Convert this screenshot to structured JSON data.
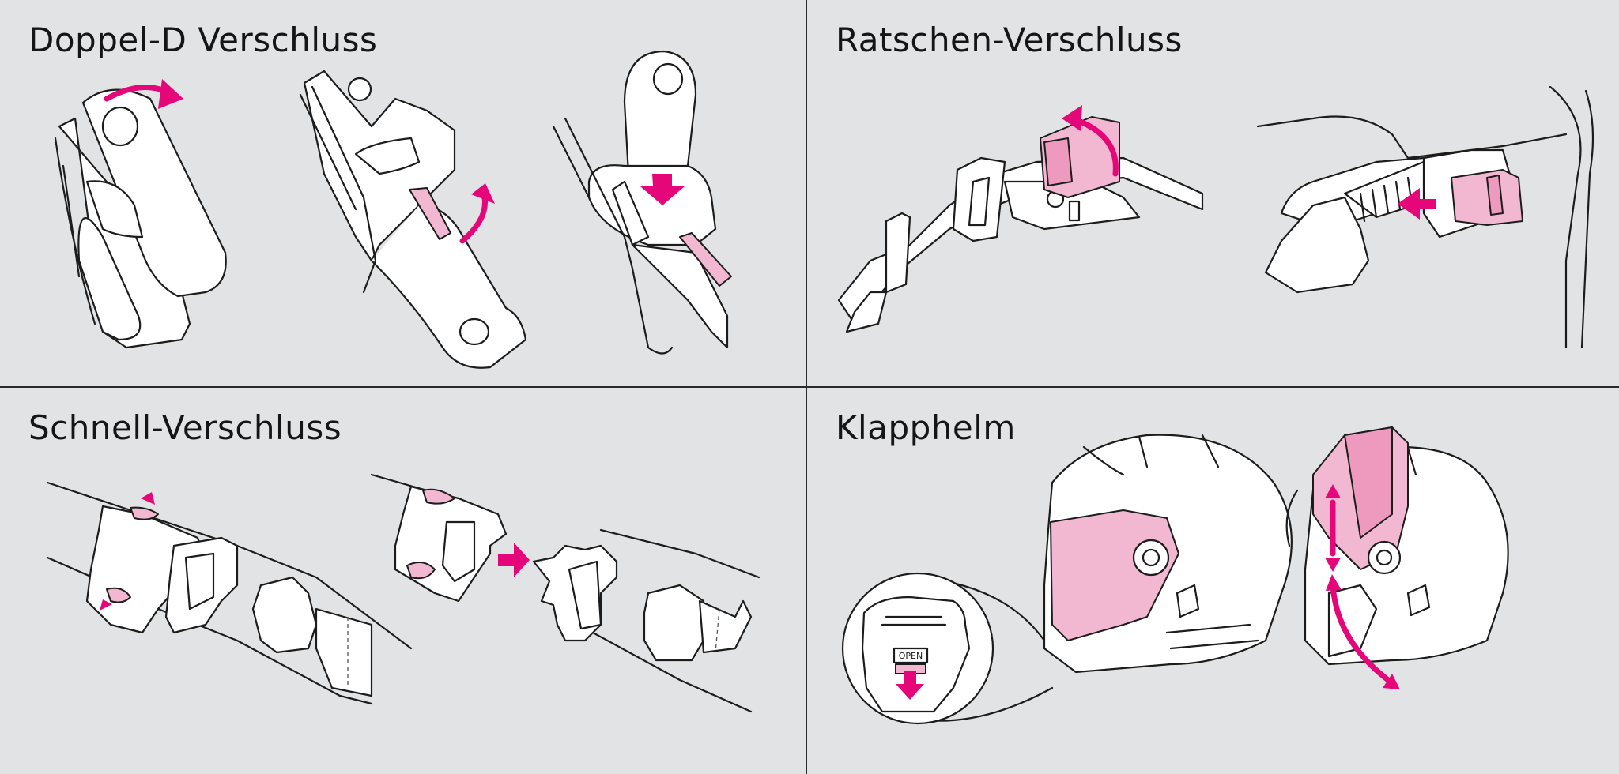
{
  "panels": {
    "top_left": {
      "title": "Doppel-D Verschluss"
    },
    "top_right": {
      "title": "Ratschen-Verschluss"
    },
    "bottom_left": {
      "title": "Schnell-Verschluss"
    },
    "bottom_right": {
      "title": "Klapphelm",
      "inset_label": "OPEN"
    }
  },
  "colors": {
    "background": "#e1e3e4",
    "accent": "#e5077a",
    "highlight": "#f3b8d1",
    "line": "#1c1c1c"
  }
}
